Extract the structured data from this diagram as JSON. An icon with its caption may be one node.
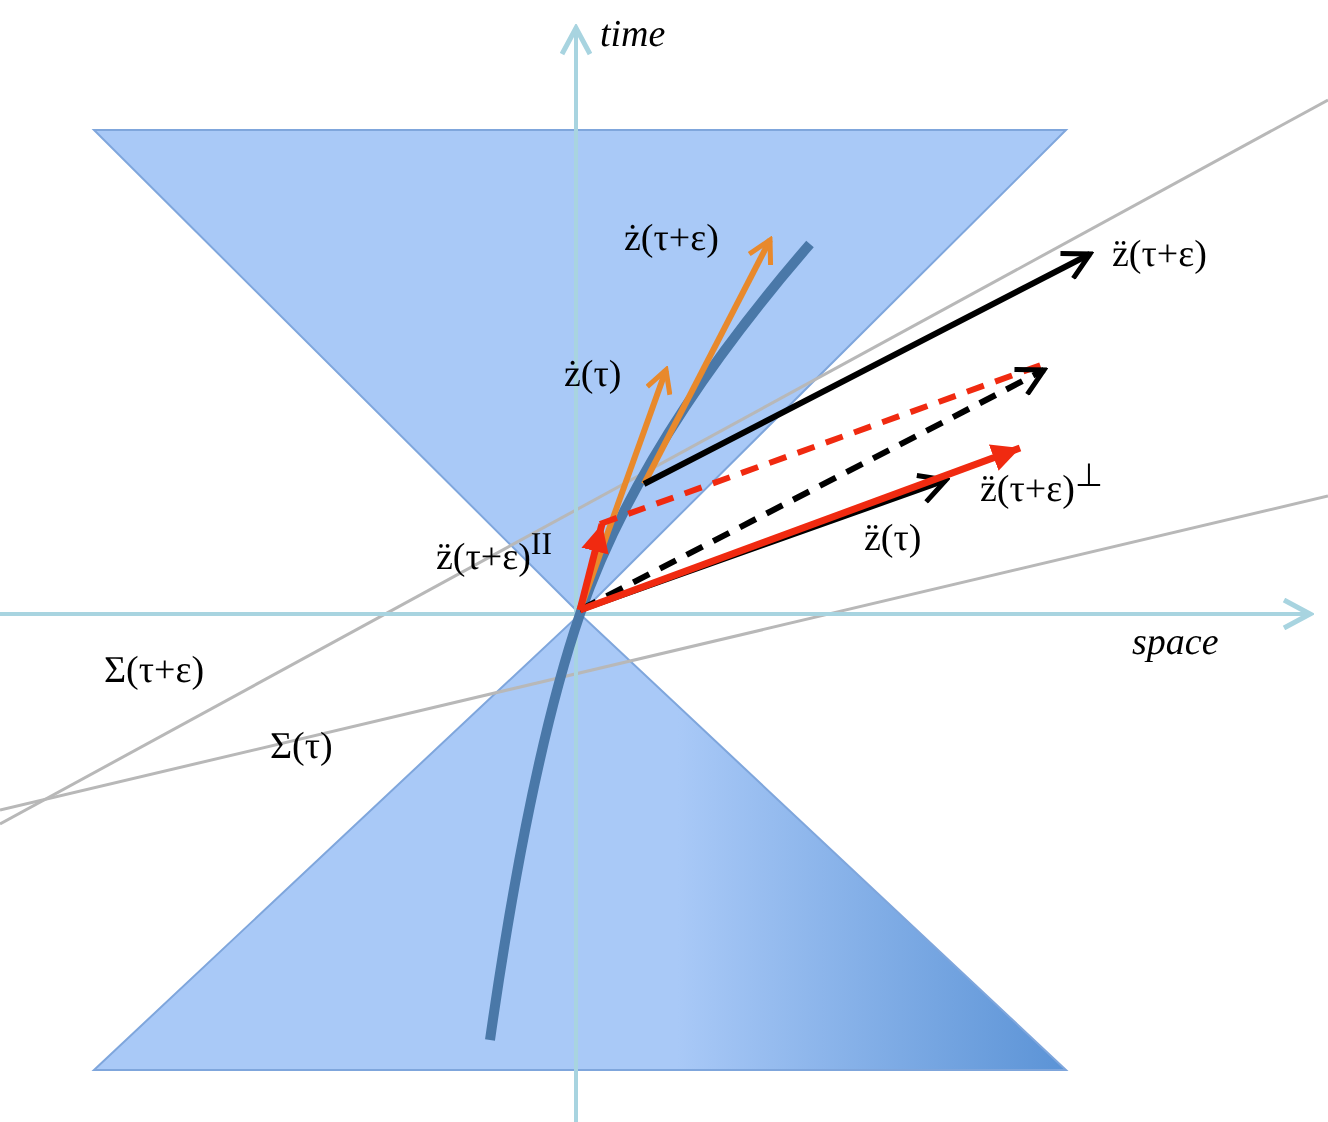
{
  "diagram": {
    "labels": [
      "time",
      "ż(τ+ε)",
      "z̈(τ+ε)",
      "ż(τ)",
      "z̈(τ+ε)$^{II}$",
      "z̈(τ+ε)$^{⊥}$",
      "z̈(τ)",
      "space",
      "Σ(τ+ε)",
      "Σ(τ)"
    ]
  }
}
